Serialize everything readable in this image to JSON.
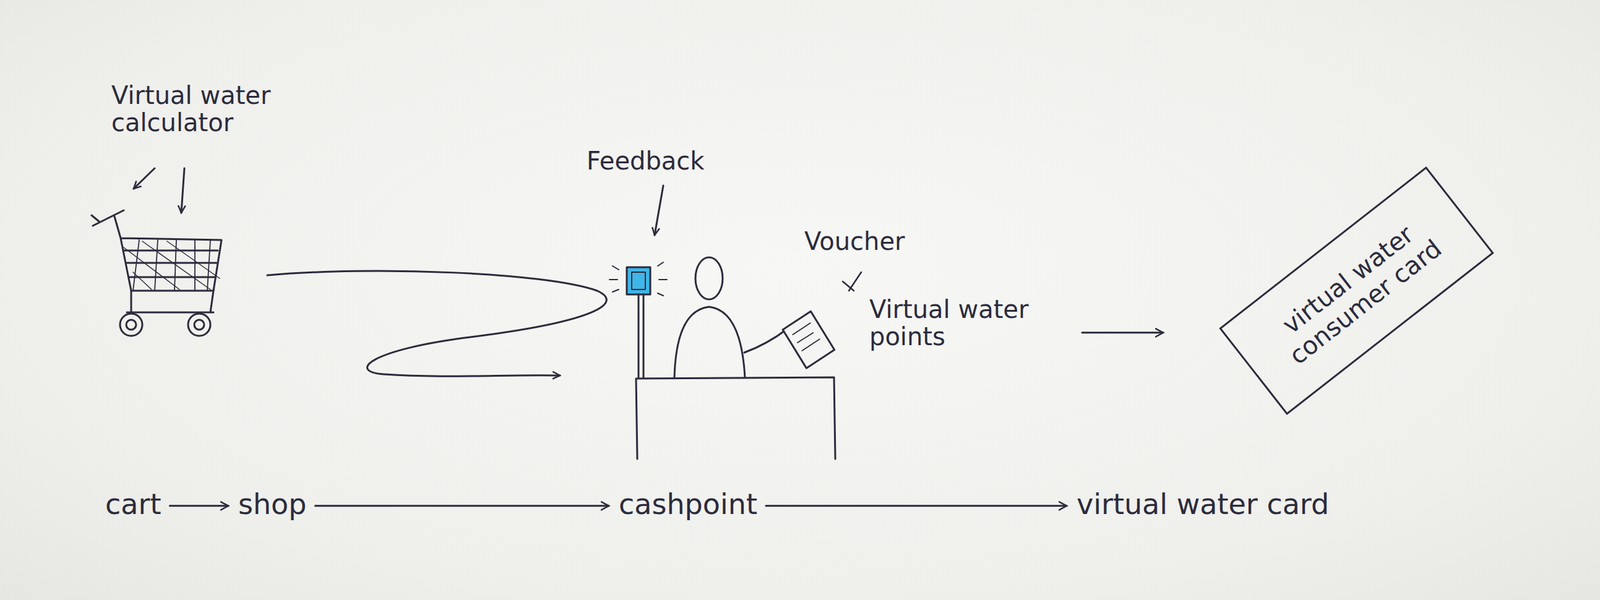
{
  "diagram": {
    "nodes": [
      {
        "text": [
          "virtual water consumer card"
        ]
      }
    ],
    "labels": [
      "Virtual water calculator",
      "Feedback",
      "Voucher",
      "Virtual water points",
      "cart",
      "shop",
      "cashpoint",
      "virtual water card"
    ]
  }
}
